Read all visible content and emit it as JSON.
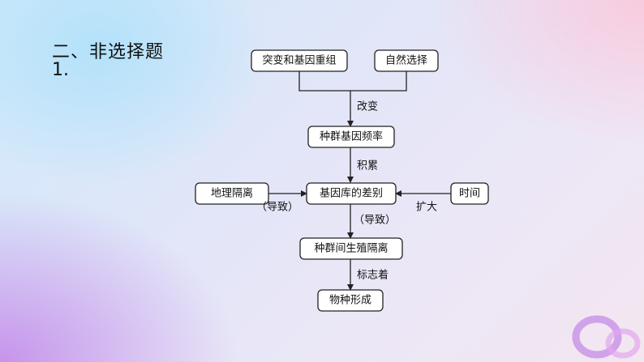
{
  "heading": "二、非选择题",
  "question_number": "1.",
  "nodes": {
    "mutation": "突变和基因重组",
    "selection": "自然选择",
    "gene_freq": "种群基因频率",
    "gene_pool": "基因库的差别",
    "geo_isolation": "地理隔离",
    "time": "时间",
    "repro_isolation": "种群间生殖隔离",
    "speciation": "物种形成"
  },
  "edge_labels": {
    "change": "改变",
    "accumulate": "积累",
    "lead_left": "（导致）",
    "lead_down": "（导致）",
    "expand": "扩大",
    "marks": "标志着"
  },
  "colors": {
    "box_stroke": "#222222",
    "box_fill": "#ffffff",
    "deco_ring": "#c48be6"
  }
}
